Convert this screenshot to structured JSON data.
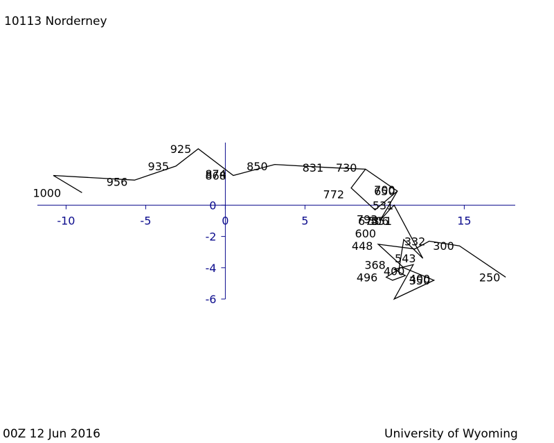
{
  "header": {
    "station": "10113  Norderney"
  },
  "footer": {
    "timestamp": "00Z 12 Jun 2016",
    "credit": "University of Wyoming"
  },
  "colors": {
    "axis": "#0a0a8c",
    "trace": "#000000"
  },
  "chart_data": {
    "type": "line",
    "title": "",
    "xlabel": "",
    "ylabel": "",
    "xlim": [
      -11.8,
      18.2
    ],
    "ylim": [
      -6.0,
      4.0
    ],
    "x_ticks": [
      -10,
      -5,
      0,
      5,
      15
    ],
    "x_tick_labels": [
      "-10",
      "-5",
      "0",
      "5",
      "15"
    ],
    "y_ticks": [
      0,
      -2,
      -4,
      -6
    ],
    "y_tick_labels": [
      "0",
      "-2",
      "-4",
      "-6"
    ],
    "grid": false,
    "legend": "none",
    "series": [
      {
        "points": [
          [
            -9.0,
            0.8
          ],
          [
            -10.8,
            1.9
          ],
          [
            -5.7,
            1.6
          ],
          [
            -3.1,
            2.5
          ],
          [
            -1.7,
            3.6
          ],
          [
            0.5,
            1.9
          ],
          [
            3.1,
            2.6
          ],
          [
            6.6,
            2.4
          ],
          [
            8.8,
            2.3
          ],
          [
            10.8,
            0.9
          ],
          [
            9.4,
            -0.3
          ],
          [
            7.9,
            1.1
          ],
          [
            8.8,
            2.3
          ],
          [
            10.8,
            0.9
          ],
          [
            9.7,
            -1.0
          ],
          [
            10.3,
            -0.3
          ],
          [
            10.6,
            0.0
          ],
          [
            11.7,
            -2.1
          ],
          [
            12.4,
            -3.4
          ],
          [
            11.2,
            -2.2
          ],
          [
            10.9,
            -4.1
          ],
          [
            10.1,
            -4.6
          ],
          [
            10.5,
            -4.8
          ],
          [
            11.3,
            -4.5
          ],
          [
            10.6,
            -4.1
          ],
          [
            11.8,
            -3.8
          ],
          [
            10.6,
            -6.0
          ],
          [
            13.1,
            -4.8
          ],
          [
            11.2,
            -4.0
          ],
          [
            9.6,
            -2.5
          ],
          [
            11.9,
            -2.8
          ],
          [
            12.8,
            -2.3
          ],
          [
            14.7,
            -2.6
          ],
          [
            17.6,
            -4.6
          ]
        ]
      }
    ],
    "point_labels": [
      {
        "text": "1000",
        "x": -11.2,
        "y": 0.8
      },
      {
        "text": "956",
        "x": -6.8,
        "y": 1.5
      },
      {
        "text": "935",
        "x": -4.2,
        "y": 2.5
      },
      {
        "text": "925",
        "x": -2.8,
        "y": 3.6
      },
      {
        "text": "868",
        "x": -0.6,
        "y": 1.9
      },
      {
        "text": "874",
        "x": -0.6,
        "y": 2.0
      },
      {
        "text": "850",
        "x": 2.0,
        "y": 2.5
      },
      {
        "text": "831",
        "x": 5.5,
        "y": 2.4
      },
      {
        "text": "730",
        "x": 7.6,
        "y": 2.4
      },
      {
        "text": "772",
        "x": 6.8,
        "y": 0.7
      },
      {
        "text": "700",
        "x": 10.0,
        "y": 1.0
      },
      {
        "text": "650",
        "x": 10.0,
        "y": 0.9
      },
      {
        "text": "531",
        "x": 9.9,
        "y": 0.0
      },
      {
        "text": "793",
        "x": 8.9,
        "y": -0.9
      },
      {
        "text": "673",
        "x": 9.0,
        "y": -1.0
      },
      {
        "text": "506",
        "x": 9.6,
        "y": -1.0
      },
      {
        "text": "551",
        "x": 9.8,
        "y": -1.0
      },
      {
        "text": "600",
        "x": 8.8,
        "y": -1.8
      },
      {
        "text": "448",
        "x": 8.6,
        "y": -2.6
      },
      {
        "text": "332",
        "x": 11.9,
        "y": -2.3
      },
      {
        "text": "300",
        "x": 13.7,
        "y": -2.6
      },
      {
        "text": "543",
        "x": 11.3,
        "y": -3.4
      },
      {
        "text": "368",
        "x": 9.4,
        "y": -3.8
      },
      {
        "text": "400",
        "x": 10.6,
        "y": -4.2
      },
      {
        "text": "496",
        "x": 8.9,
        "y": -4.6
      },
      {
        "text": "400",
        "x": 12.2,
        "y": -4.7
      },
      {
        "text": "350",
        "x": 12.2,
        "y": -4.8
      },
      {
        "text": "250",
        "x": 16.6,
        "y": -4.6
      }
    ]
  }
}
